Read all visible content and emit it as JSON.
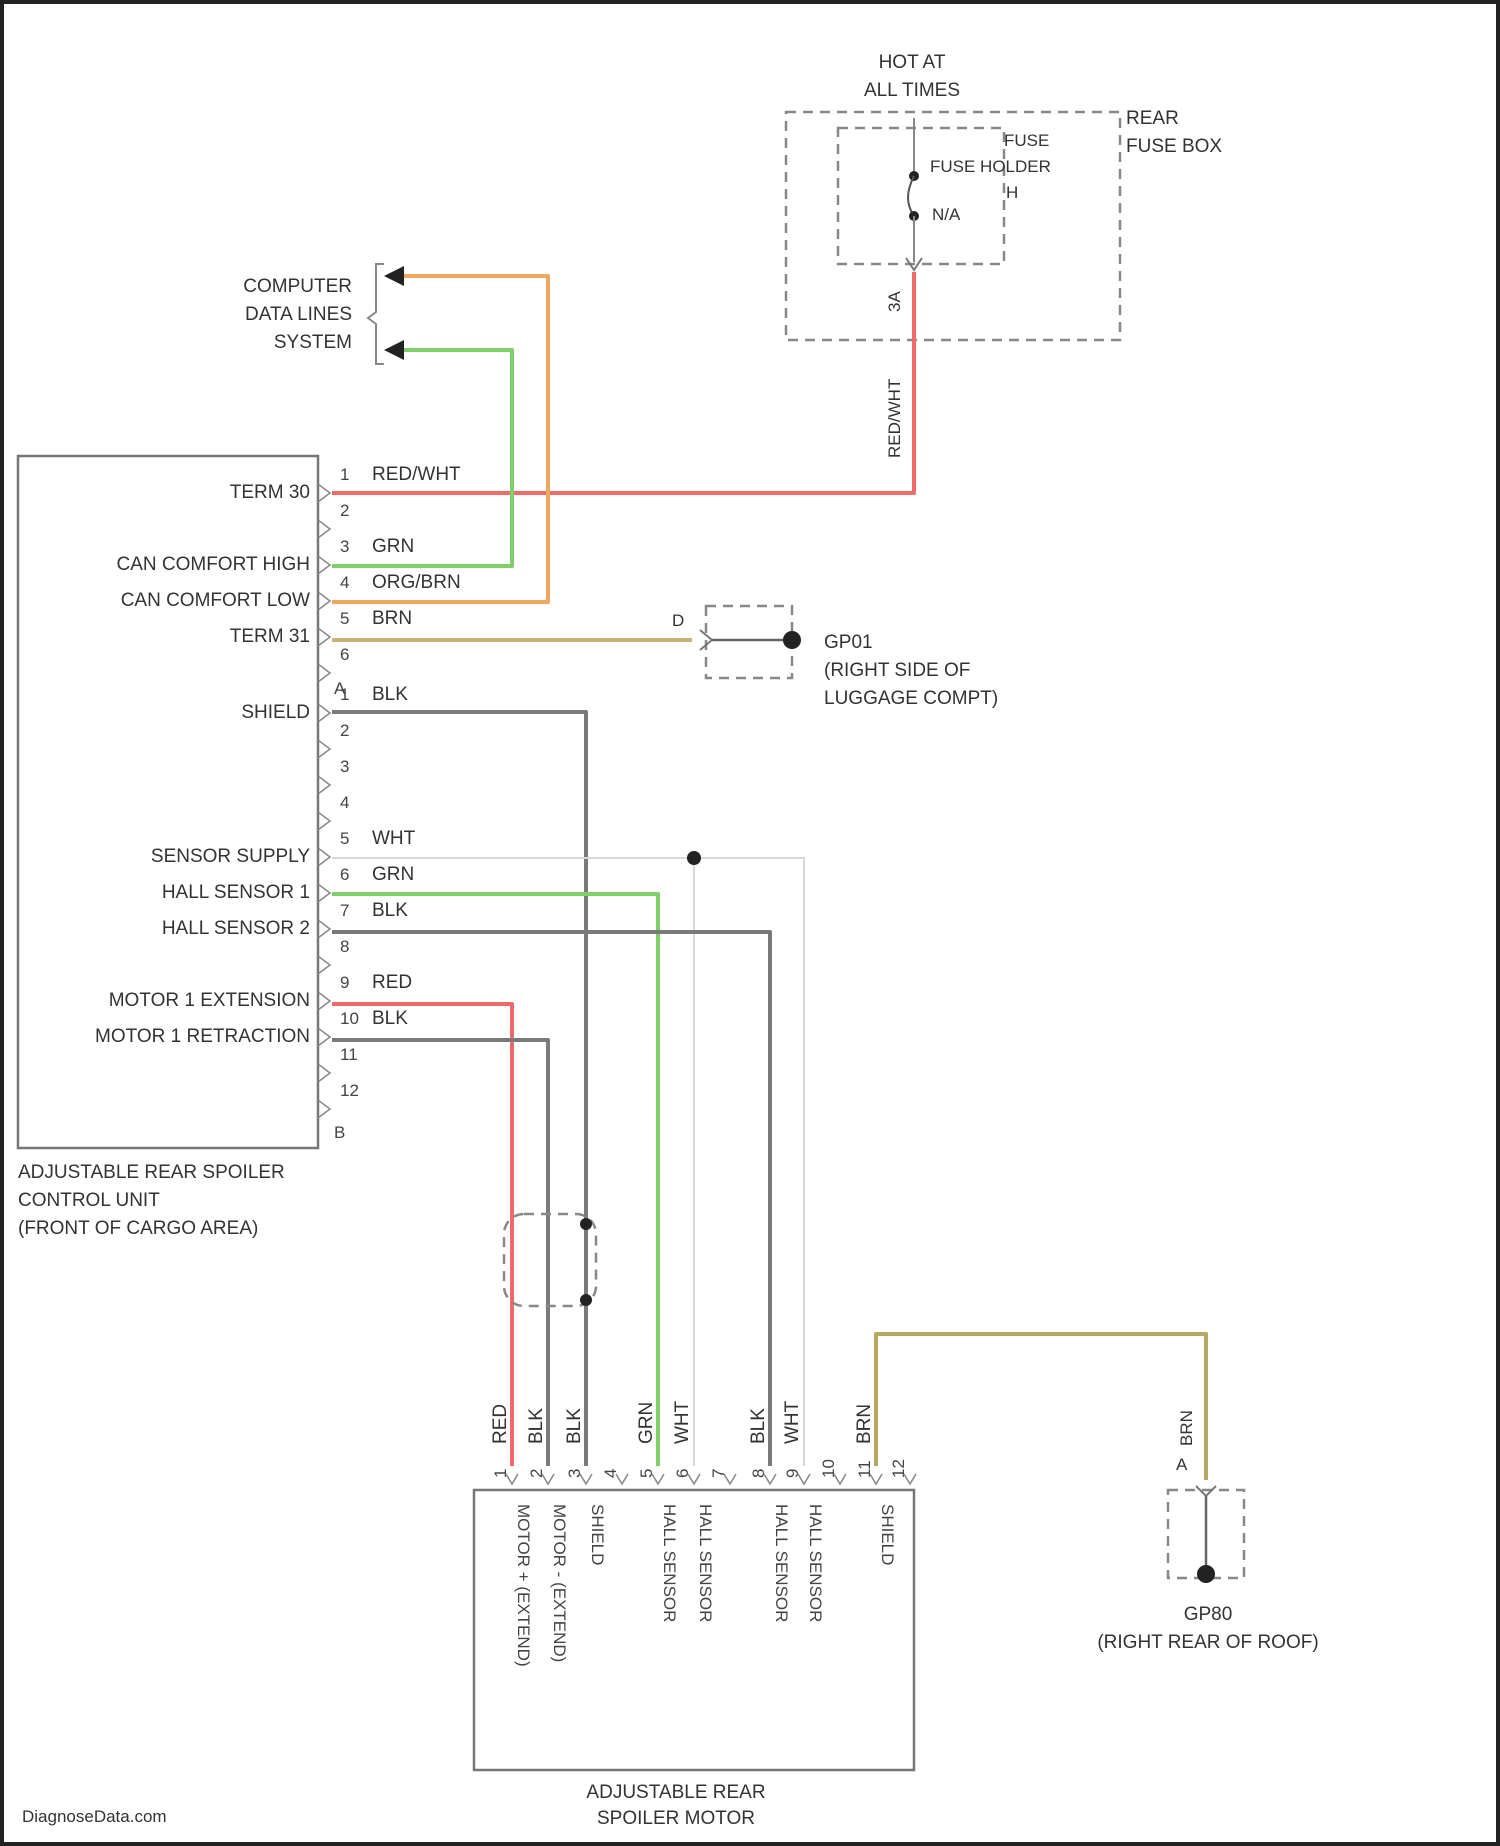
{
  "fuse": {
    "hot_line1": "HOT AT",
    "hot_line2": "ALL TIMES",
    "rear_line1": "REAR",
    "rear_line2": "FUSE BOX",
    "holder_line1": "FUSE",
    "holder_line2": "FUSE HOLDER",
    "holder_line3": "H",
    "amp": "N/A",
    "pin": "3A"
  },
  "data_lines": {
    "line1": "COMPUTER",
    "line2": "DATA LINES",
    "line3": "SYSTEM"
  },
  "control_unit": {
    "name_line1": "ADJUSTABLE REAR SPOILER",
    "name_line2": "CONTROL UNIT",
    "name_line3": "(FRONT OF CARGO AREA)",
    "connector_a_label": "A",
    "connector_b_label": "B",
    "pins_a": [
      {
        "num": "1",
        "color": "RED/WHT",
        "func": "TERM 30"
      },
      {
        "num": "2",
        "color": "",
        "func": ""
      },
      {
        "num": "3",
        "color": "GRN",
        "func": "CAN COMFORT HIGH"
      },
      {
        "num": "4",
        "color": "ORG/BRN",
        "func": "CAN COMFORT LOW"
      },
      {
        "num": "5",
        "color": "BRN",
        "func": "TERM 31"
      },
      {
        "num": "6",
        "color": "",
        "func": ""
      }
    ],
    "pins_b": [
      {
        "num": "1",
        "color": "BLK",
        "func": "SHIELD"
      },
      {
        "num": "2",
        "color": "",
        "func": ""
      },
      {
        "num": "3",
        "color": "",
        "func": ""
      },
      {
        "num": "4",
        "color": "",
        "func": ""
      },
      {
        "num": "5",
        "color": "WHT",
        "func": "SENSOR SUPPLY"
      },
      {
        "num": "6",
        "color": "GRN",
        "func": "HALL SENSOR 1"
      },
      {
        "num": "7",
        "color": "BLK",
        "func": "HALL SENSOR 2"
      },
      {
        "num": "8",
        "color": "",
        "func": ""
      },
      {
        "num": "9",
        "color": "RED",
        "func": "MOTOR 1 EXTENSION"
      },
      {
        "num": "10",
        "color": "BLK",
        "func": "MOTOR 1 RETRACTION"
      },
      {
        "num": "11",
        "color": "",
        "func": ""
      },
      {
        "num": "12",
        "color": "",
        "func": ""
      }
    ],
    "wire_red_wht_vertical": "RED/WHT"
  },
  "ground1": {
    "pin": "D",
    "name_line1": "GP01",
    "name_line2": "(RIGHT SIDE OF",
    "name_line3": "LUGGAGE COMPT)"
  },
  "motor": {
    "name_line1": "ADJUSTABLE REAR",
    "name_line2": "SPOILER MOTOR",
    "pins": [
      {
        "num": "1",
        "color": "RED",
        "func": "MOTOR + (EXTEND)"
      },
      {
        "num": "2",
        "color": "BLK",
        "func": "MOTOR - (EXTEND)"
      },
      {
        "num": "3",
        "color": "BLK",
        "func": "SHIELD"
      },
      {
        "num": "4",
        "color": "",
        "func": ""
      },
      {
        "num": "5",
        "color": "GRN",
        "func": "HALL SENSOR"
      },
      {
        "num": "6",
        "color": "WHT",
        "func": "HALL SENSOR"
      },
      {
        "num": "7",
        "color": "",
        "func": ""
      },
      {
        "num": "8",
        "color": "BLK",
        "func": "HALL SENSOR"
      },
      {
        "num": "9",
        "color": "WHT",
        "func": "HALL SENSOR"
      },
      {
        "num": "10",
        "color": "",
        "func": ""
      },
      {
        "num": "11",
        "color": "BRN",
        "func": "SHIELD"
      },
      {
        "num": "12",
        "color": "",
        "func": ""
      }
    ]
  },
  "ground2": {
    "pin": "A",
    "color": "BRN",
    "name_line1": "GP80",
    "name_line2": "(RIGHT REAR OF ROOF)"
  },
  "footer": {
    "watermark": "DiagnoseData.com"
  },
  "colors": {
    "red": "#f06a6a",
    "green": "#7fcf6a",
    "orange": "#eea860",
    "brown": "#c9b27a",
    "black": "#7a7a7a",
    "white": "#d8d8d8",
    "olive": "#b8a860"
  }
}
